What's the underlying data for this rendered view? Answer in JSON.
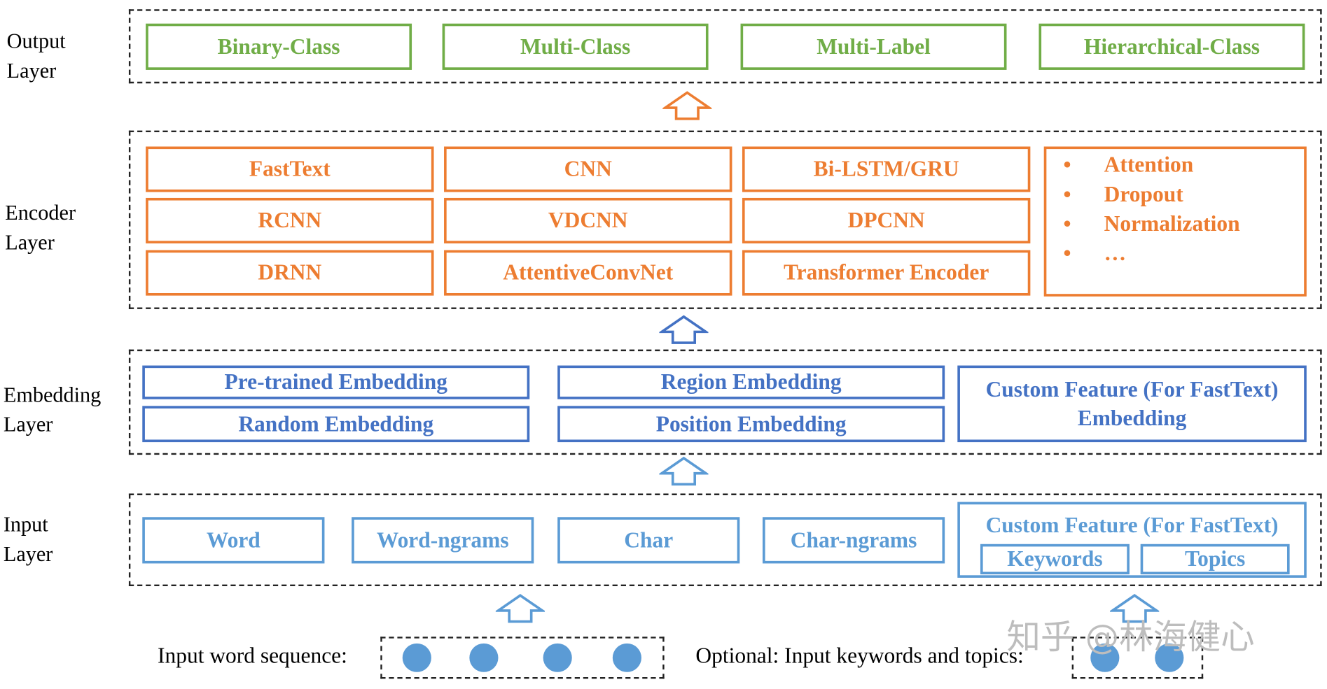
{
  "layers": {
    "output": {
      "label": "Output\nLayer",
      "items": [
        "Binary-Class",
        "Multi-Class",
        "Multi-Label",
        "Hierarchical-Class"
      ]
    },
    "encoder": {
      "label": "Encoder\nLayer",
      "items": [
        "FastText",
        "CNN",
        "Bi-LSTM/GRU",
        "RCNN",
        "VDCNN",
        "DPCNN",
        "DRNN",
        "AttentiveConvNet",
        "Transformer Encoder"
      ],
      "bullets": [
        "Attention",
        "Dropout",
        "Normalization",
        "…"
      ]
    },
    "embedding": {
      "label": "Embedding\nLayer",
      "items": [
        "Pre-trained Embedding",
        "Random Embedding",
        "Region Embedding",
        "Position Embedding",
        "Custom Feature (For FastText)\nEmbedding"
      ]
    },
    "input": {
      "label": "Input\nLayer",
      "items": [
        "Word",
        "Word-ngrams",
        "Char",
        "Char-ngrams"
      ],
      "custom": {
        "title": "Custom Feature (For FastText)",
        "keywords": "Keywords",
        "topics": "Topics"
      }
    }
  },
  "captions": {
    "word_sequence": "Input word sequence:",
    "keywords_topics": "Optional: Input keywords and topics:"
  },
  "watermark": "知乎 @林海健心",
  "colors": {
    "output": "#70ad47",
    "encoder": "#ed7d31",
    "embedding": "#4472c4",
    "input": "#5b9bd5",
    "token": "#5b9bd5"
  }
}
